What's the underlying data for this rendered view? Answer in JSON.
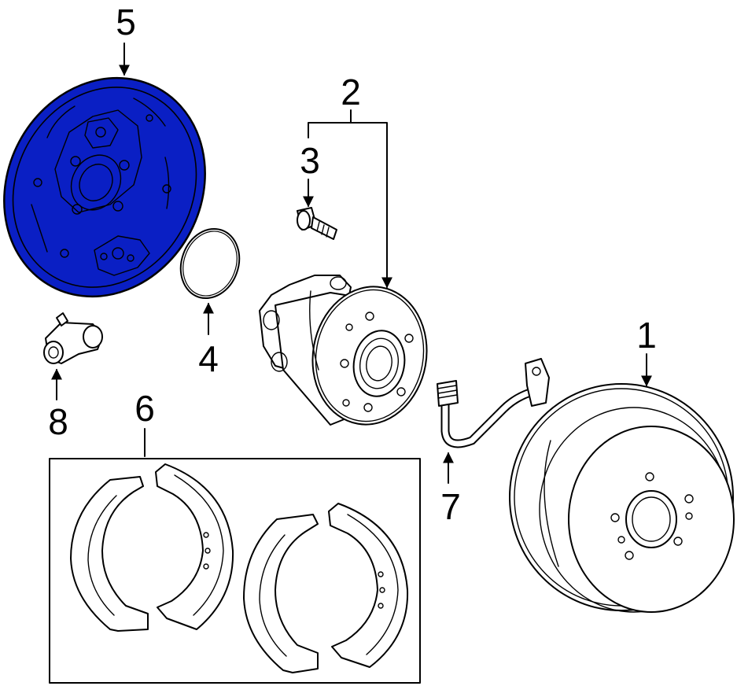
{
  "callouts": [
    {
      "id": "1",
      "label": "1"
    },
    {
      "id": "2",
      "label": "2"
    },
    {
      "id": "3",
      "label": "3"
    },
    {
      "id": "4",
      "label": "4"
    },
    {
      "id": "5",
      "label": "5"
    },
    {
      "id": "6",
      "label": "6"
    },
    {
      "id": "7",
      "label": "7"
    },
    {
      "id": "8",
      "label": "8"
    }
  ],
  "colors": {
    "highlight": "#0a1fc4",
    "line": "#000000",
    "background": "#ffffff"
  }
}
